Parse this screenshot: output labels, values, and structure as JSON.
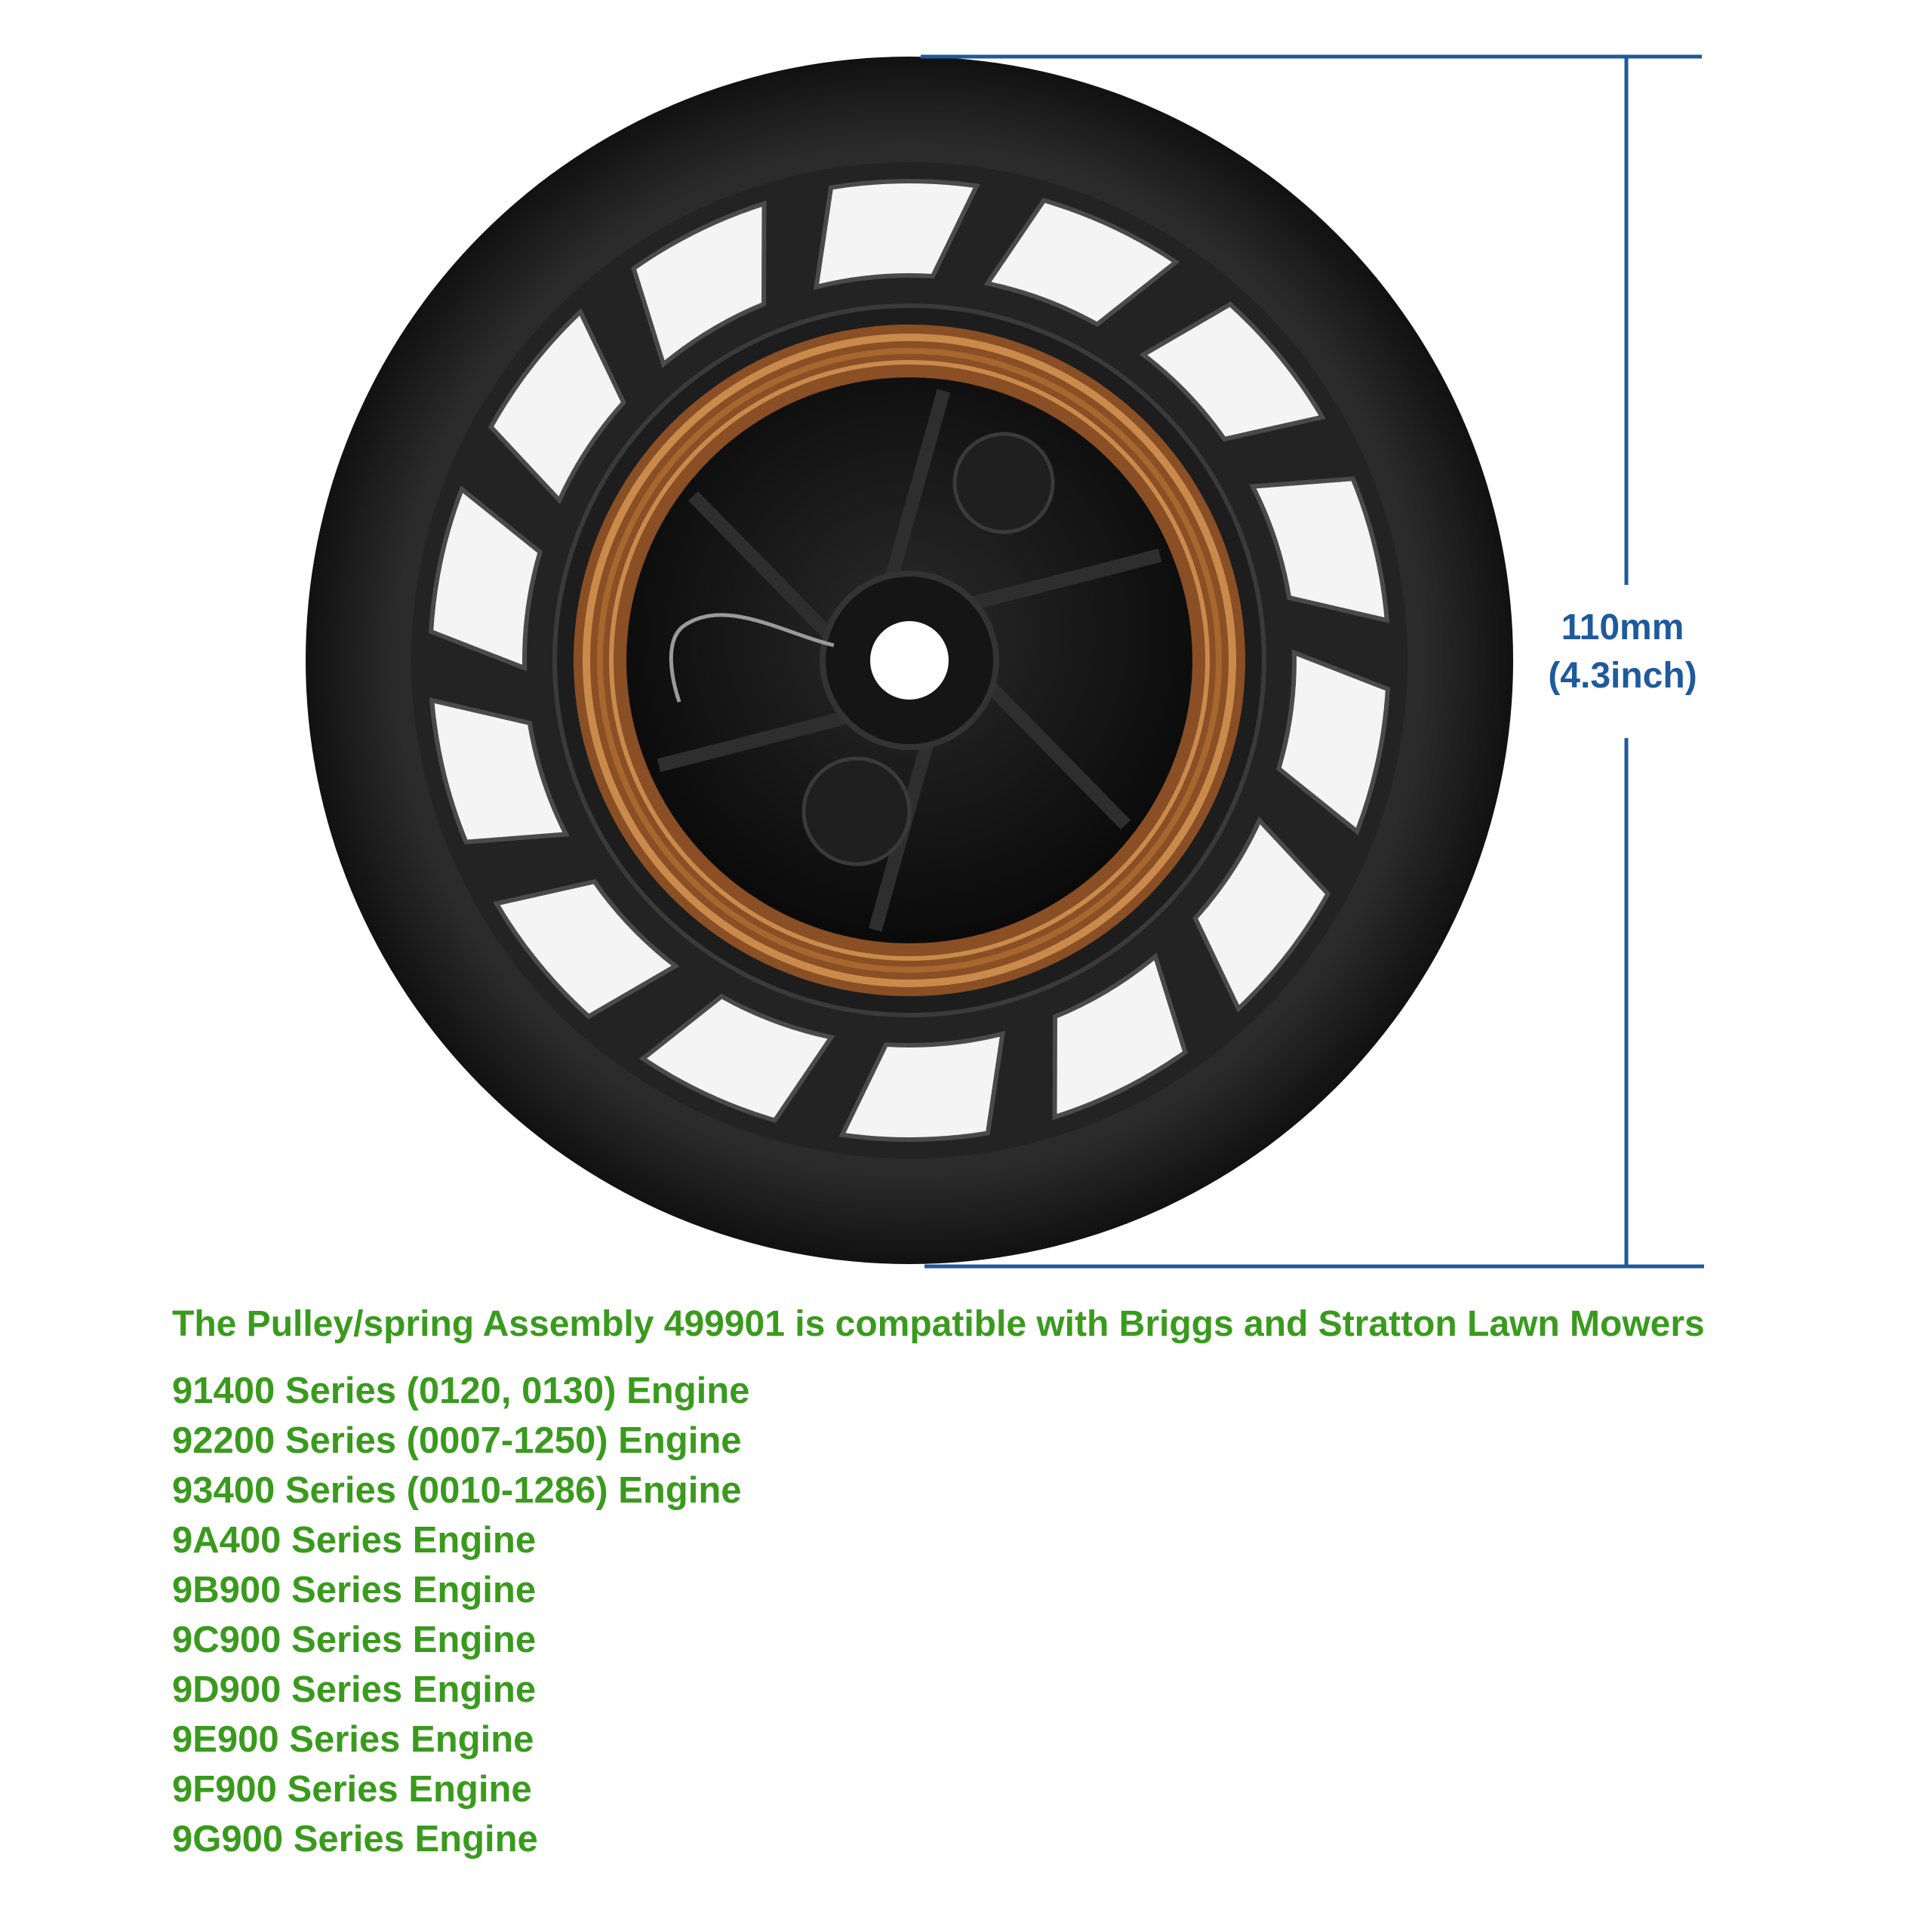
{
  "dimension": {
    "metric": "110mm",
    "imperial": "(4.3inch)"
  },
  "compatibility": {
    "headline": "The Pulley/spring Assembly 499901 is compatible with  Briggs and Stratton Lawn Mowers",
    "engines": [
      "91400 Series (0120, 0130) Engine",
      "92200 Series (0007-1250) Engine",
      "93400 Series (0010-1286) Engine",
      "9A400 Series Engine",
      "9B900 Series Engine",
      "9C900 Series Engine",
      "9D900 Series Engine",
      "9E900 Series Engine",
      "9F900 Series Engine",
      "9G900 Series Engine"
    ]
  },
  "colors": {
    "dimension_blue": "#1e5a9c",
    "text_green": "#3a9a1e",
    "pulley_black": "#1c1c1c",
    "spring_copper": "#b8733a"
  },
  "icons": {
    "product": "starter-pulley-image",
    "dimension": "dimension-bracket"
  }
}
